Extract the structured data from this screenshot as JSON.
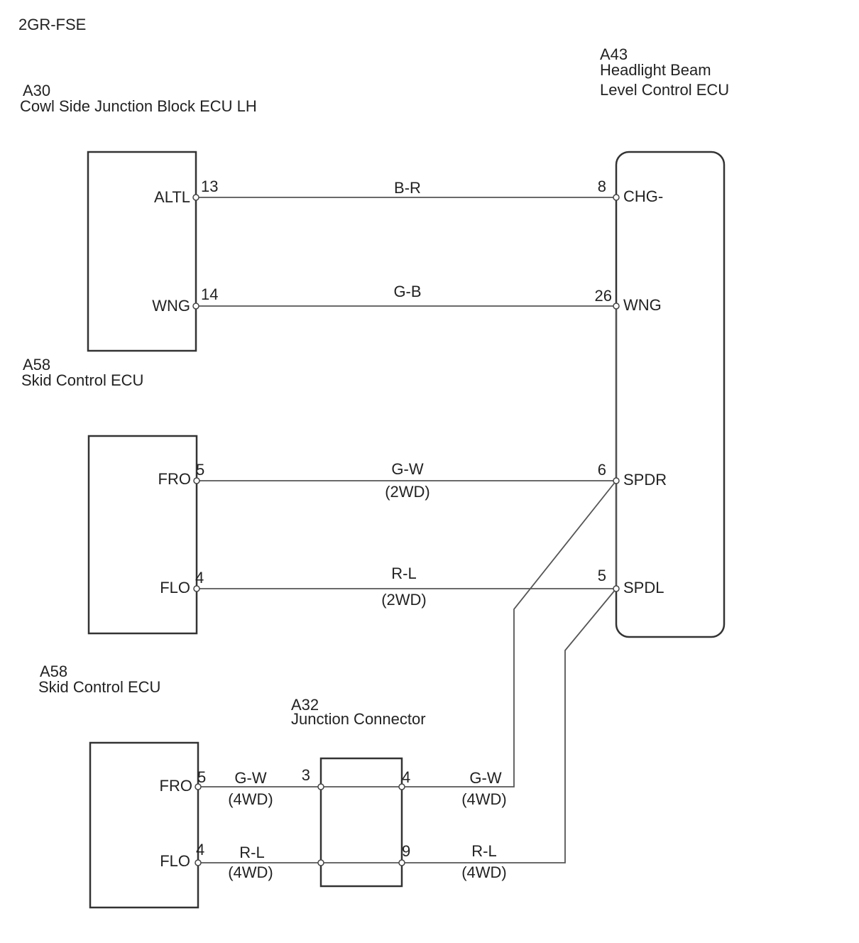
{
  "engine_label": "2GR-FSE",
  "components": {
    "a30": {
      "code": "A30",
      "name": "Cowl Side Junction Block ECU LH"
    },
    "a43": {
      "code": "A43",
      "name_line1": "Headlight Beam",
      "name_line2": "Level Control ECU"
    },
    "a58_2wd": {
      "code": "A58",
      "name": "Skid Control ECU"
    },
    "a58_4wd": {
      "code": "A58",
      "name": "Skid Control ECU"
    },
    "a32": {
      "code": "A32",
      "name": "Junction Connector"
    }
  },
  "terminals": {
    "a30_altl": {
      "name": "ALTL",
      "pin": "13"
    },
    "a30_wng": {
      "name": "WNG",
      "pin": "14"
    },
    "a43_chg": {
      "name": "CHG-",
      "pin": "8"
    },
    "a43_wng": {
      "name": "WNG",
      "pin": "26"
    },
    "a43_spdr": {
      "name": "SPDR",
      "pin": "6"
    },
    "a43_spdl": {
      "name": "SPDL",
      "pin": "5"
    },
    "a58a_fro": {
      "name": "FRO",
      "pin": "5"
    },
    "a58a_flo": {
      "name": "FLO",
      "pin": "4"
    },
    "a58b_fro": {
      "name": "FRO",
      "pin": "5"
    },
    "a58b_flo": {
      "name": "FLO",
      "pin": "4"
    },
    "a32_p3": {
      "pin": "3"
    },
    "a32_p4": {
      "pin": "4"
    },
    "a32_p9": {
      "pin": "9"
    }
  },
  "wires": {
    "altl_chg": {
      "color": "B-R"
    },
    "wng_wng": {
      "color": "G-B"
    },
    "fro_spdr_2wd": {
      "color": "G-W",
      "variant": "(2WD)"
    },
    "flo_spdl_2wd": {
      "color": "R-L",
      "variant": "(2WD)"
    },
    "fro_a32_4wd": {
      "color": "G-W",
      "variant": "(4WD)"
    },
    "flo_a32_4wd": {
      "color": "R-L",
      "variant": "(4WD)"
    },
    "a32_spdr_4wd": {
      "color": "G-W",
      "variant": "(4WD)"
    },
    "a32_spdl_4wd": {
      "color": "R-L",
      "variant": "(4WD)"
    }
  }
}
